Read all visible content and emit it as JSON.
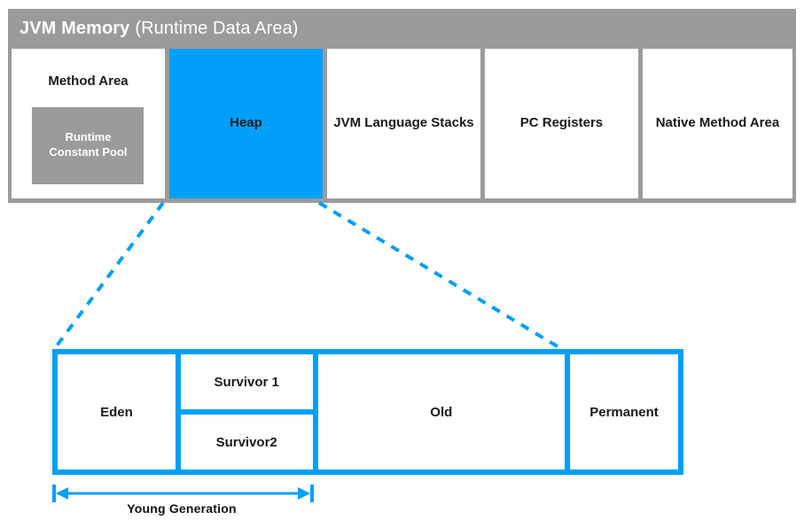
{
  "colors": {
    "heap_blue": "#00a0fa",
    "container_gray": "#9b9b9b",
    "cell_white": "#ffffff",
    "text_dark": "#1a1a1a",
    "header_text": "#ffffff"
  },
  "jvm_memory": {
    "title_bold": "JVM Memory",
    "title_sub": "(Runtime Data Area)",
    "regions": [
      {
        "id": "method-area",
        "label": "Method Area",
        "highlighted": false,
        "child": {
          "label": "Runtime Constant Pool",
          "line1": "Runtime",
          "line2": "Constant Pool"
        }
      },
      {
        "id": "heap",
        "label": "Heap",
        "highlighted": true,
        "child": null
      },
      {
        "id": "jvm-stacks",
        "label": "JVM Language Stacks",
        "highlighted": false,
        "child": null
      },
      {
        "id": "pc-registers",
        "label": "PC Registers",
        "highlighted": false,
        "child": null
      },
      {
        "id": "native-method",
        "label": "Native Method Area",
        "highlighted": false,
        "child": null
      }
    ]
  },
  "heap_detail": {
    "eden": "Eden",
    "survivor1": "Survivor 1",
    "survivor2": "Survivor2",
    "old": "Old",
    "permanent": "Permanent",
    "young_generation_label": "Young Generation"
  }
}
